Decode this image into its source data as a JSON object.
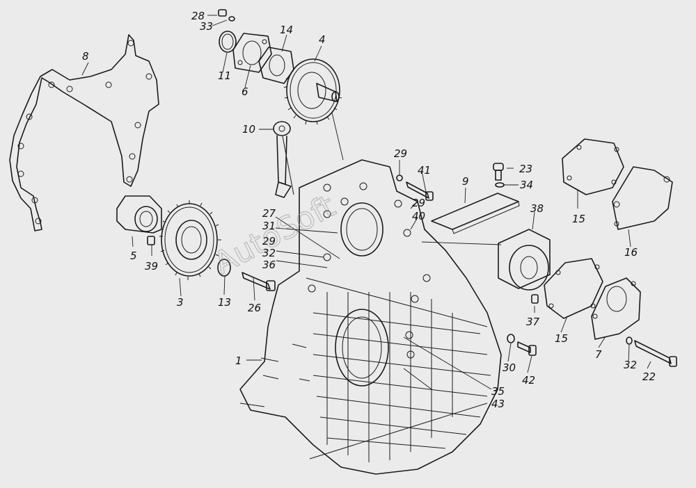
{
  "diagram": {
    "watermark": "AutoSoft",
    "callouts": [
      {
        "id": "c1",
        "text": "1"
      },
      {
        "id": "c3",
        "text": "3"
      },
      {
        "id": "c4",
        "text": "4"
      },
      {
        "id": "c5",
        "text": "5"
      },
      {
        "id": "c6",
        "text": "6"
      },
      {
        "id": "c7",
        "text": "7"
      },
      {
        "id": "c8",
        "text": "8"
      },
      {
        "id": "c9",
        "text": "9"
      },
      {
        "id": "c10",
        "text": "10"
      },
      {
        "id": "c11",
        "text": "11"
      },
      {
        "id": "c13",
        "text": "13"
      },
      {
        "id": "c14",
        "text": "14"
      },
      {
        "id": "c15a",
        "text": "15"
      },
      {
        "id": "c15b",
        "text": "15"
      },
      {
        "id": "c16",
        "text": "16"
      },
      {
        "id": "c22",
        "text": "22"
      },
      {
        "id": "c23",
        "text": "23"
      },
      {
        "id": "c26",
        "text": "26"
      },
      {
        "id": "c27",
        "text": "27"
      },
      {
        "id": "c28",
        "text": "28"
      },
      {
        "id": "c29a",
        "text": "29"
      },
      {
        "id": "c29b",
        "text": "29"
      },
      {
        "id": "c29c",
        "text": "29"
      },
      {
        "id": "c30",
        "text": "30"
      },
      {
        "id": "c31",
        "text": "31"
      },
      {
        "id": "c32a",
        "text": "32"
      },
      {
        "id": "c32b",
        "text": "32"
      },
      {
        "id": "c33",
        "text": "33"
      },
      {
        "id": "c34",
        "text": "34"
      },
      {
        "id": "c35",
        "text": "35"
      },
      {
        "id": "c36",
        "text": "36"
      },
      {
        "id": "c37",
        "text": "37"
      },
      {
        "id": "c38",
        "text": "38"
      },
      {
        "id": "c39",
        "text": "39"
      },
      {
        "id": "c40",
        "text": "40"
      },
      {
        "id": "c41",
        "text": "41"
      },
      {
        "id": "c42",
        "text": "42"
      },
      {
        "id": "c43",
        "text": "43"
      }
    ]
  }
}
